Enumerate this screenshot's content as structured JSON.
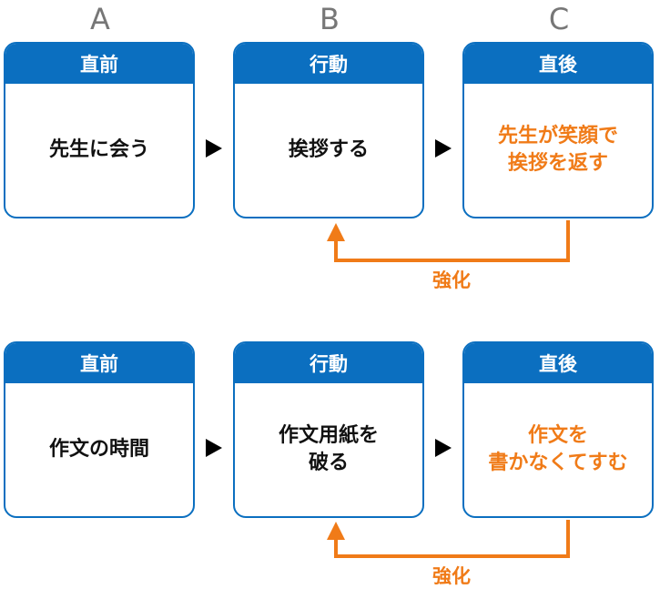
{
  "columns": [
    "A",
    "B",
    "C"
  ],
  "headers": {
    "before": "直前",
    "behavior": "行動",
    "after": "直後"
  },
  "rows": [
    {
      "before": "先生に会う",
      "behavior": "挨拶する",
      "after": "先生が笑顔で\n挨拶を返す",
      "reinforce_label": "強化"
    },
    {
      "before": "作文の時間",
      "behavior": "作文用紙を\n破る",
      "after": "作文を\n書かなくてすむ",
      "reinforce_label": "強化"
    }
  ],
  "colors": {
    "header_blue": "#0b6fc0",
    "accent_orange": "#f07b18",
    "letter_gray": "#777777"
  }
}
